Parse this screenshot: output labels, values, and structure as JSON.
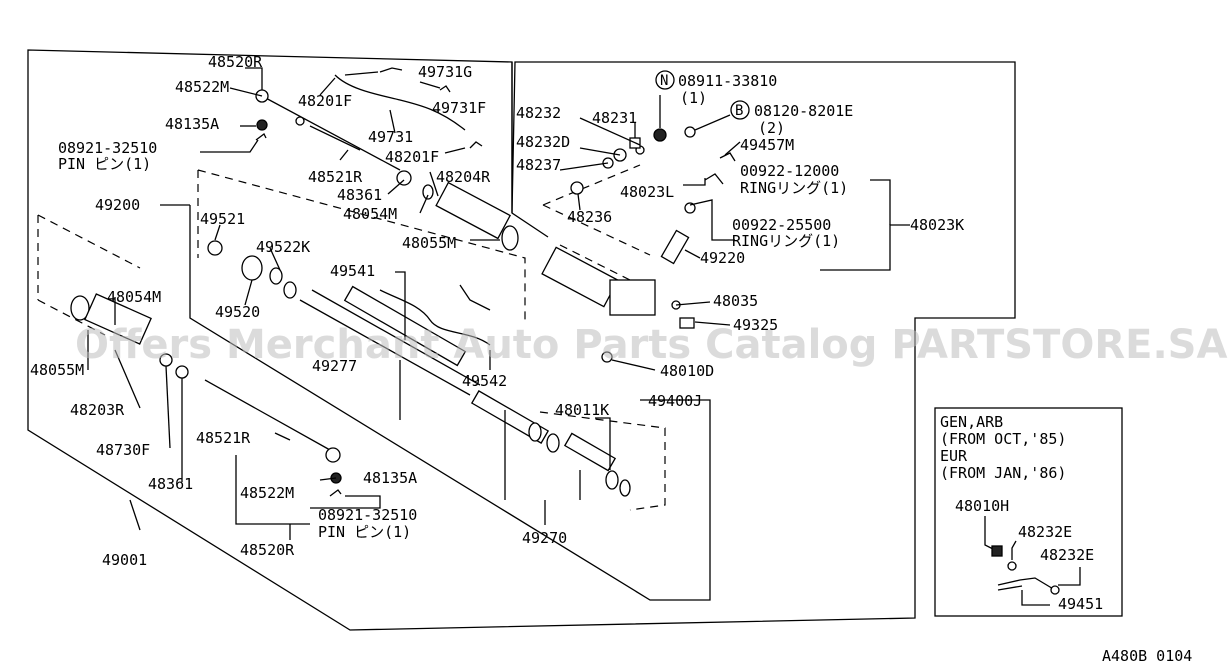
{
  "diagram_code": "A480B 0104",
  "watermark": "Offers Merchant Auto Parts Catalog PARTSTORE.SA",
  "labels": {
    "p48520R_top": "48520R",
    "p48522M_top": "48522M",
    "p48135A_top": "48135A",
    "p08921_top": "08921-32510",
    "pin_top": "PIN ピン(1)",
    "p49200": "49200",
    "p49731G": "49731G",
    "p49731F": "49731F",
    "p48201F_a": "48201F",
    "p49731": "49731",
    "p48201F_b": "48201F",
    "p48521R_top": "48521R",
    "p48204R": "48204R",
    "p48361_top": "48361",
    "p48054M_top": "48054M",
    "p48055M_top": "48055M",
    "p49521": "49521",
    "p49522K": "49522K",
    "p49520": "49520",
    "p49541": "49541",
    "p49542": "49542",
    "p49277": "49277",
    "p48054M_left": "48054M",
    "p48055M_left": "48055M",
    "p48203R": "48203R",
    "p48730F": "48730F",
    "p48361_bot": "48361",
    "p48521R_bot": "48521R",
    "p48522M_bot": "48522M",
    "p48135A_bot": "48135A",
    "p08921_bot": "08921-32510",
    "pin_bot": "PIN ピン(1)",
    "p48520R_bot": "48520R",
    "p49001": "49001",
    "p49270": "49270",
    "p48011K": "48011K",
    "p49400J": "49400J",
    "p48010D": "48010D",
    "p48035": "48035",
    "p49325": "49325",
    "p49220": "49220",
    "p48023K": "48023K",
    "p48023L": "48023L",
    "p48236": "48236",
    "p48237": "48237",
    "p48232D": "48232D",
    "p48232": "48232",
    "p48231": "48231",
    "n_badge": "N",
    "n_part": "08911-33810",
    "n_qty": "(1)",
    "b_badge": "B",
    "b_part": "08120-8201E",
    "b_qty": "(2)",
    "p49457M": "49457M",
    "ring1_part": "00922-12000",
    "ring1_name": "RINGリング(1)",
    "ring2_part": "00922-25500",
    "ring2_name": "RINGリング(1)"
  },
  "inset": {
    "line1": "GEN,ARB",
    "line2": "(FROM OCT,'85)",
    "line3": "EUR",
    "line4": "(FROM JAN,'86)",
    "p48010H": "48010H",
    "p48232E_a": "48232E",
    "p48232E_b": "48232E",
    "p49451": "49451"
  }
}
